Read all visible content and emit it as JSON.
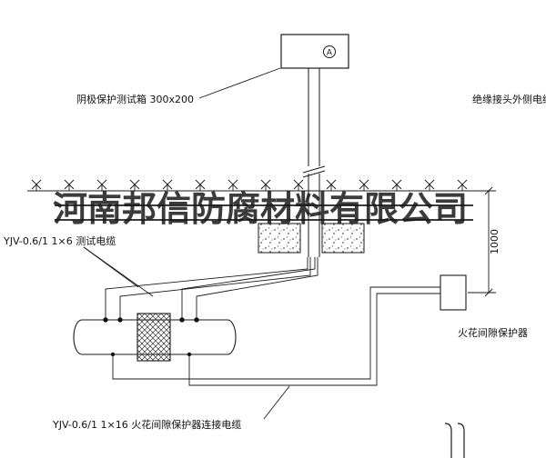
{
  "watermark": {
    "text": "河南邦信防腐材料有限公司"
  },
  "annotations": {
    "test_box": "阴极保护测试箱 300x200",
    "insulated_joint_outer_cable": "绝缘接头外侧电缆",
    "test_cable": "YJV-0.6/1 1×6  测试电缆",
    "protector_connection_cable": "YJV-0.6/1 1×16  火花间隙保护器连接电缆",
    "spark_gap_protector": "火花间隙保护器",
    "burial_depth": "1000",
    "meter_symbol": "A"
  },
  "colors": {
    "line": "#1a1a1a",
    "background": "#ffffff",
    "watermark": "rgba(25,25,25,0.85)"
  }
}
